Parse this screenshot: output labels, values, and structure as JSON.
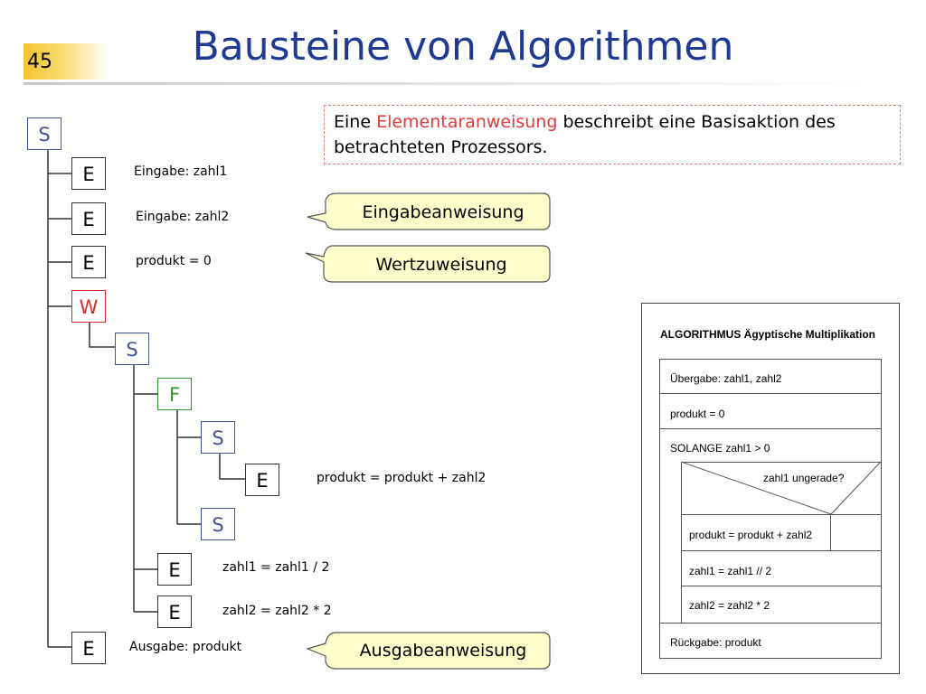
{
  "slide": {
    "number": "45",
    "title": "Bausteine von Algorithmen"
  },
  "tree": {
    "nodes": {
      "root_s": "S",
      "e1": "E",
      "e2": "E",
      "e3": "E",
      "w": "W",
      "s2": "S",
      "f": "F",
      "s3": "S",
      "e4": "E",
      "s4": "S",
      "e5": "E",
      "e6": "E",
      "e7": "E"
    },
    "labels": {
      "e1": "Eingabe: zahl1",
      "e2": "Eingabe: zahl2",
      "e3": "produkt = 0",
      "e4": "produkt = produkt +  zahl2",
      "e5": "zahl1 = zahl1 / 2",
      "e6": "zahl2 = zahl2 * 2",
      "e7": "Ausgabe: produkt"
    }
  },
  "definition": {
    "before": "Eine ",
    "highlight": "Elementaranweisung",
    "after": " beschreibt eine Basisaktion des betrachteten Prozessors."
  },
  "callouts": {
    "input": "Eingabeanweisung",
    "assign": "Wertzuweisung",
    "output": "Ausgabeanweisung"
  },
  "struktogramm": {
    "title": "ALGORITHMUS Ägyptische Multiplikation",
    "uebergabe": "Übergabe: zahl1, zahl2",
    "init": "produkt = 0",
    "loop": "SOLANGE zahl1 > 0",
    "condition": "zahl1 ungerade?",
    "then": "produkt = produkt + zahl2",
    "halve": "zahl1 = zahl1 // 2",
    "double": "zahl2 = zahl2 * 2",
    "rueckgabe": "Rückgabe: produkt"
  },
  "colors": {
    "sequence": "#44549a",
    "loop": "#d62b2b",
    "branch": "#2a9a2a",
    "title": "#1f3a93",
    "highlight": "#e03a3a",
    "callout_fill": "#ffffcc"
  }
}
